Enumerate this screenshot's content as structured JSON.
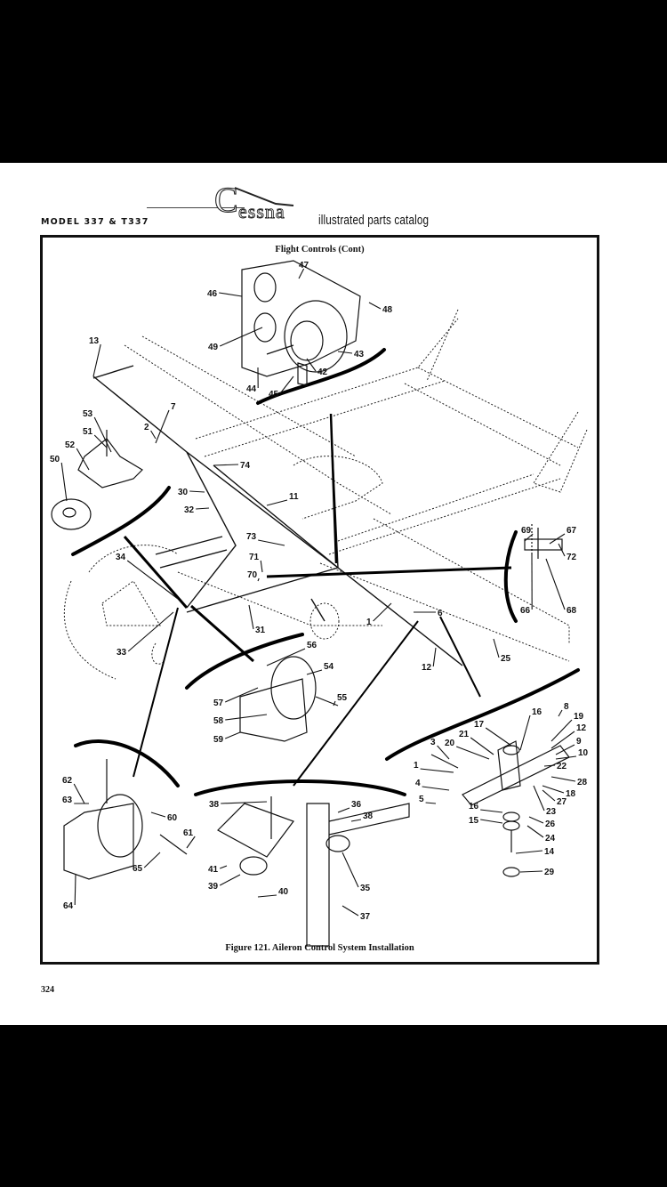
{
  "header": {
    "model": "MODEL 337 & T337",
    "brand_initial": "C",
    "brand_rest": "essna",
    "catalog_label": "illustrated parts catalog"
  },
  "figure": {
    "section_title": "Flight Controls (Cont)",
    "caption": "Figure 121.  Aileron Control System Installation",
    "callouts": {
      "n1": "1",
      "n2": "2",
      "n3": "3",
      "n4": "4",
      "n5": "5",
      "n6": "6",
      "n7": "7",
      "n8": "8",
      "n9": "9",
      "n10": "10",
      "n11": "11",
      "n12": "12",
      "n13": "13",
      "n14": "14",
      "n15": "15",
      "n16": "16",
      "n17": "17",
      "n18": "18",
      "n19": "19",
      "n20": "20",
      "n21": "21",
      "n22": "22",
      "n23": "23",
      "n24": "24",
      "n25": "25",
      "n26": "26",
      "n27": "27",
      "n28": "28",
      "n29": "29",
      "n30": "30",
      "n31": "31",
      "n32": "32",
      "n33": "33",
      "n34": "34",
      "n35": "35",
      "n36": "36",
      "n37": "37",
      "n38": "38",
      "n39": "39",
      "n40": "40",
      "n41": "41",
      "n42": "42",
      "n43": "43",
      "n44": "44",
      "n45": "45",
      "n46": "46",
      "n47": "47",
      "n48": "48",
      "n49": "49",
      "n50": "50",
      "n51": "51",
      "n52": "52",
      "n53": "53",
      "n54": "54",
      "n55": "55",
      "n56": "56",
      "n57": "57",
      "n58": "58",
      "n59": "59",
      "n60": "60",
      "n61": "61",
      "n62": "62",
      "n63": "63",
      "n64": "64",
      "n65": "65",
      "n66": "66",
      "n67": "67",
      "n68": "68",
      "n69": "69",
      "n70": "70",
      "n71": "71",
      "n72": "72",
      "n73": "73",
      "n74": "74"
    }
  },
  "footer": {
    "page_number": "324"
  }
}
